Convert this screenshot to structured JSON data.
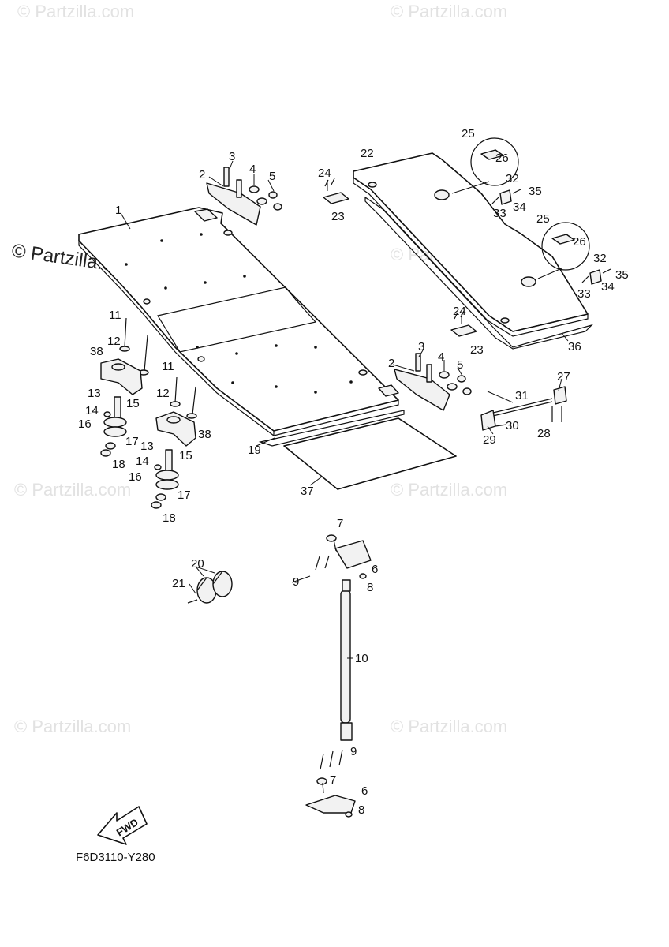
{
  "watermarks": {
    "small": "© Partzilla.com",
    "large": "© Partzilla.com"
  },
  "figure_code": "F6D3110-Y280",
  "fwd_label": "FWD",
  "callouts": {
    "c1": "1",
    "c2a": "2",
    "c2b": "2",
    "c3a": "3",
    "c3b": "3",
    "c4a": "4",
    "c4b": "4",
    "c5a": "5",
    "c5b": "5",
    "c6a": "6",
    "c6b": "6",
    "c7a": "7",
    "c7b": "7",
    "c8a": "8",
    "c8b": "8",
    "c9a": "9",
    "c9b": "9",
    "c10": "10",
    "c11a": "11",
    "c11b": "11",
    "c12a": "12",
    "c12b": "12",
    "c13a": "13",
    "c13b": "13",
    "c14a": "14",
    "c14b": "14",
    "c15a": "15",
    "c15b": "15",
    "c16a": "16",
    "c16b": "16",
    "c17a": "17",
    "c17b": "17",
    "c18a": "18",
    "c18b": "18",
    "c19": "19",
    "c20": "20",
    "c21": "21",
    "c22": "22",
    "c23a": "23",
    "c23b": "23",
    "c24a": "24",
    "c24b": "24",
    "c25a": "25",
    "c25b": "25",
    "c26a": "26",
    "c26b": "26",
    "c27": "27",
    "c28": "28",
    "c29": "29",
    "c30": "30",
    "c31": "31",
    "c32a": "32",
    "c32b": "32",
    "c33a": "33",
    "c33b": "33",
    "c34a": "34",
    "c34b": "34",
    "c35a": "35",
    "c35b": "35",
    "c36": "36",
    "c37": "37",
    "c38a": "38",
    "c38b": "38"
  },
  "icons": {
    "fwd_arrow": "fwd-arrow-icon"
  }
}
